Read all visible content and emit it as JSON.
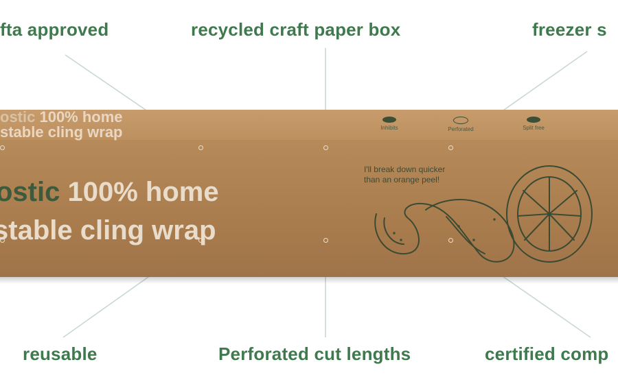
{
  "callouts": {
    "top_left": "fta approved",
    "top_center": "recycled craft paper box",
    "top_right": "freezer s",
    "bottom_left": "reusable",
    "bottom_center": "Perforated cut lengths",
    "bottom_right": "certified comp"
  },
  "box": {
    "top_brand_dark": "ostic",
    "top_brand_light": " 100% home",
    "top_brand_line2": "stable cling wrap",
    "front_brand_dark": "ostic",
    "front_brand_light": " 100% home",
    "front_brand_line2": "stable cling wrap",
    "peel_line1": "I'll break down quicker",
    "peel_line2": "than an orange peel!",
    "badges": [
      "Inhibits",
      "Perforated",
      "Split free"
    ]
  },
  "colors": {
    "callout_green": "#3f7a4e",
    "kraft_brown": "#b18454",
    "line_gray": "#c8d9cf"
  }
}
